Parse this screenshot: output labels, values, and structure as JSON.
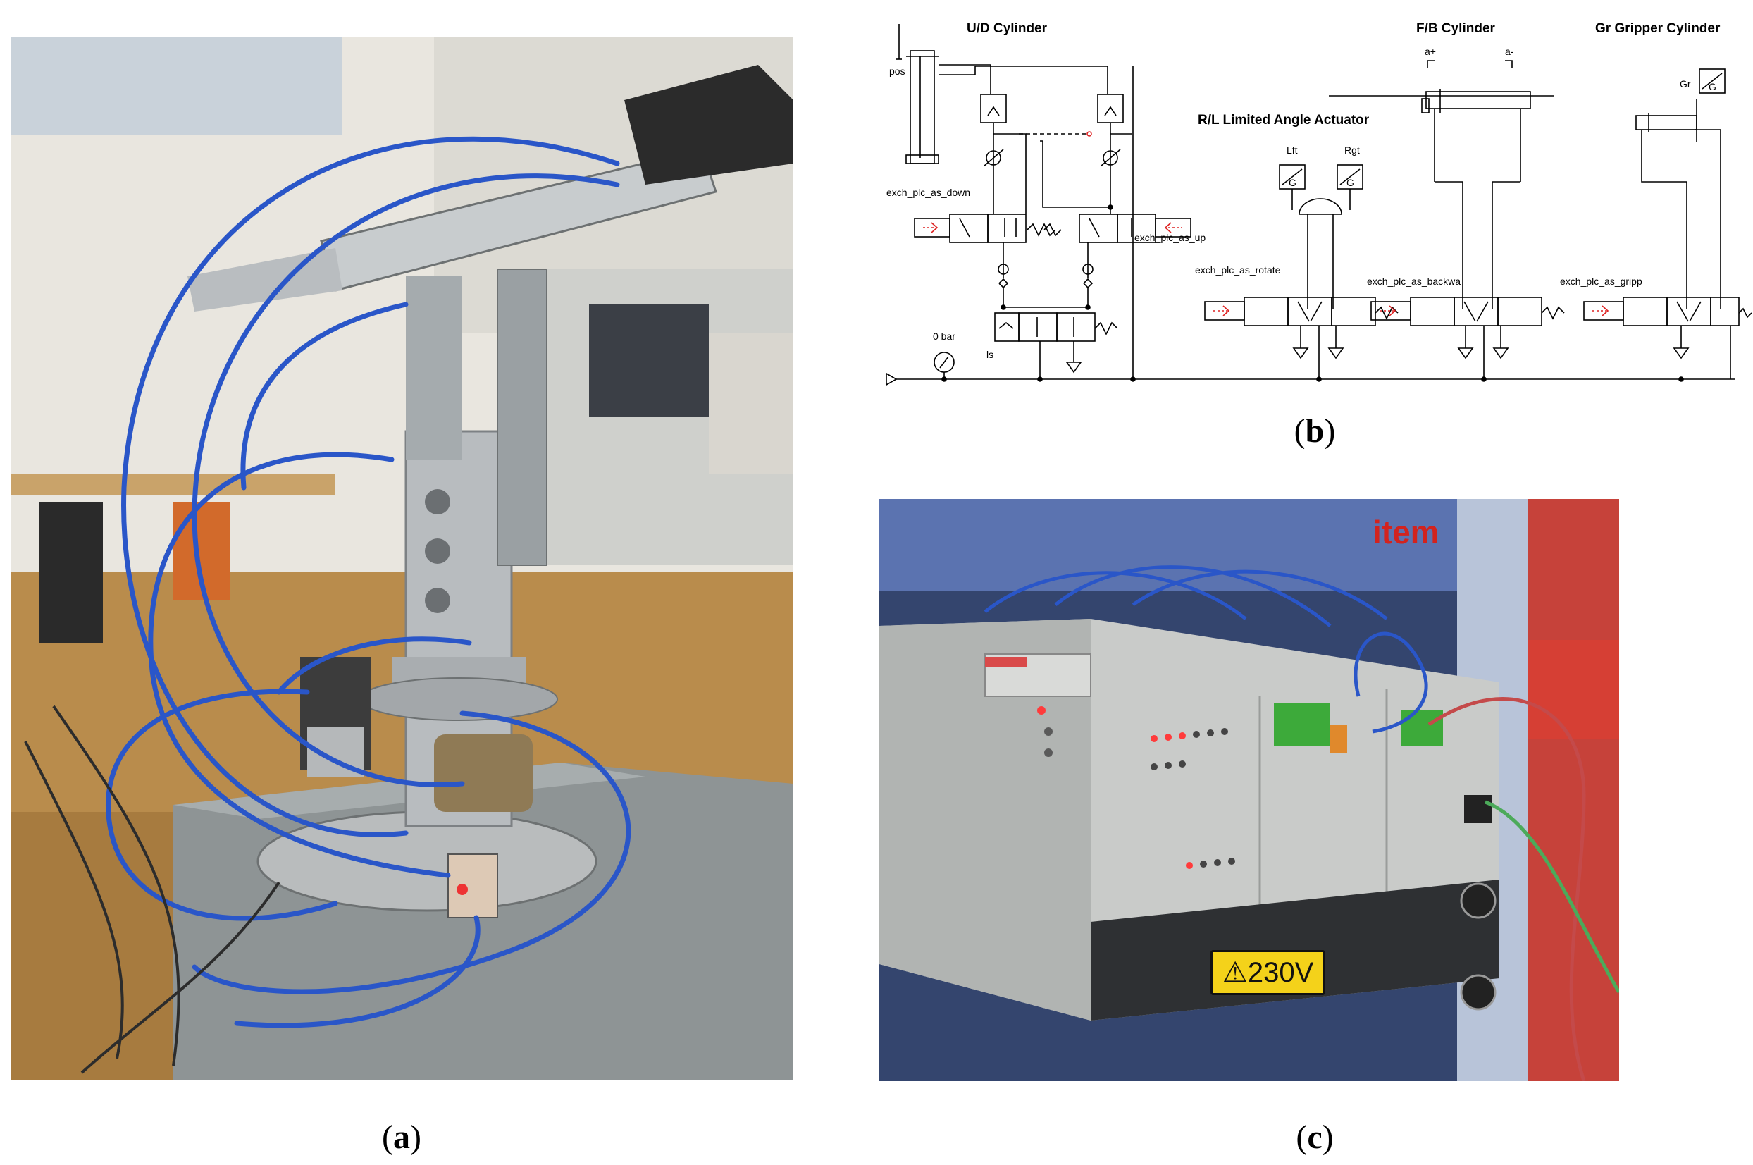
{
  "captions": {
    "a": "a",
    "b": "b",
    "c": "c"
  },
  "schematic": {
    "titles": {
      "ud": "U/D Cylinder",
      "fb": "F/B Cylinder",
      "gr": "Gr Gripper Cylinder",
      "rl": "R/L Limited Angle Actuator"
    },
    "labels": {
      "pos": "pos",
      "down": "exch_plc_as_down",
      "up": "exch_plc_as_up",
      "rotate": "exch_plc_as_rotate",
      "backwa": "exch_plc_as_backwa",
      "gripp": "exch_plc_as_gripp",
      "gauge": "0 bar",
      "ls": "ls",
      "lft": "Lft",
      "rgt": "Rgt",
      "aplus": "a+",
      "aminus": "a-",
      "gr": "Gr",
      "g_lft": "G",
      "g_rgt": "G",
      "g_gr": "G"
    }
  },
  "photo_c": {
    "brand": "item",
    "voltage_label": "⚠230V"
  },
  "colors": {
    "tube_blue": "#2a56c8",
    "valve_green": "#3daa3a",
    "warning_yellow": "#f4d21a",
    "brand_red": "#d2231e"
  }
}
